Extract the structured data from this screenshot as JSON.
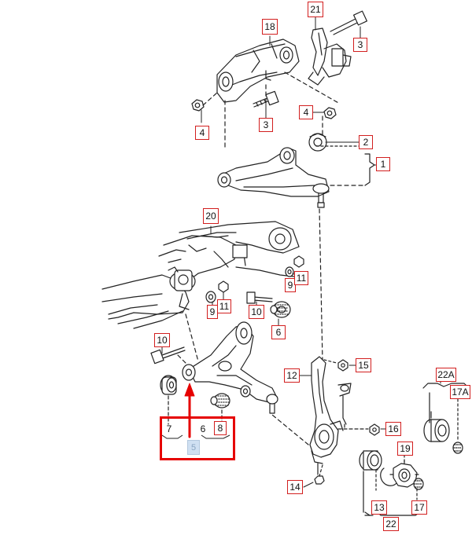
{
  "diagram": {
    "highlight_color": "#e60000",
    "label_border_color": "#d21f1f",
    "callouts": {
      "c18": "18",
      "c21": "21",
      "c3a": "3",
      "c4a": "4",
      "c3b": "3",
      "c4b": "4",
      "c2": "2",
      "c1": "1",
      "c20": "20",
      "c9a": "9",
      "c11a": "11",
      "c9b": "9",
      "c11b": "11",
      "c10a": "10",
      "c6a": "6",
      "c10b": "10",
      "c12": "12",
      "c15": "15",
      "c22A": "22A",
      "c17A": "17A",
      "c7": "7",
      "c6b": "6",
      "c8": "8",
      "c16": "16",
      "c19": "19",
      "c14": "14",
      "c13": "13",
      "c17": "17",
      "c22": "22",
      "ghost": "5"
    }
  }
}
